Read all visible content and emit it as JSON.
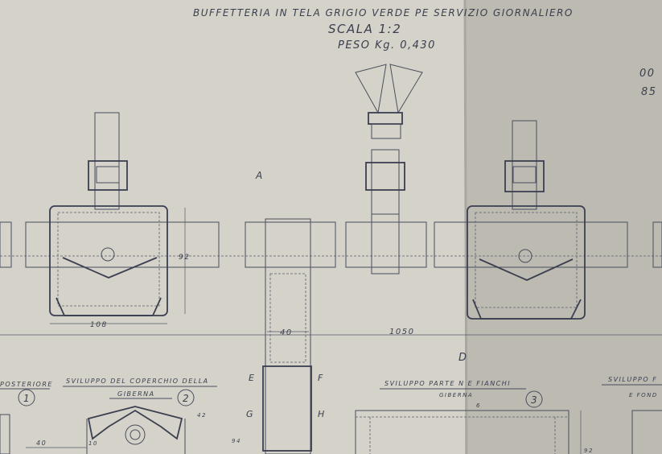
{
  "title": "BUFFETTERIA IN TELA GRIGIO VERDE PE SERVIZIO GIORNALIERO",
  "scale": "SCALA 1:2",
  "weight": "PESO Kg. 0,430",
  "margin_note": [
    "00",
    "85"
  ],
  "dimensions": {
    "height_92": "92",
    "width_108": "108",
    "strap_40": "40",
    "span_1050": "1050",
    "d40": "40",
    "d10": "10",
    "d42": "42",
    "d6": "6",
    "d94": "94",
    "d92b": "92"
  },
  "section_labels": {
    "A": "A",
    "D": "D",
    "E": "E",
    "F": "F",
    "G": "G",
    "H": "H"
  },
  "captions": [
    {
      "text": "POSTERIORE",
      "number": "1"
    },
    {
      "text": "SVILUPPO DEL COPERCHIO DELLA",
      "sub": "GIBERNA",
      "number": "2"
    },
    {
      "text": "SVILUPPO PARTE N E FIANCHI",
      "sub": "GIBERNA",
      "number": "3"
    },
    {
      "text": "SVILUPPO F",
      "sub": "E FOND"
    }
  ],
  "colors": {
    "paper_left": "#d4d2c9",
    "paper_right": "#bbb9b0",
    "ink": "#3a3f4e"
  }
}
